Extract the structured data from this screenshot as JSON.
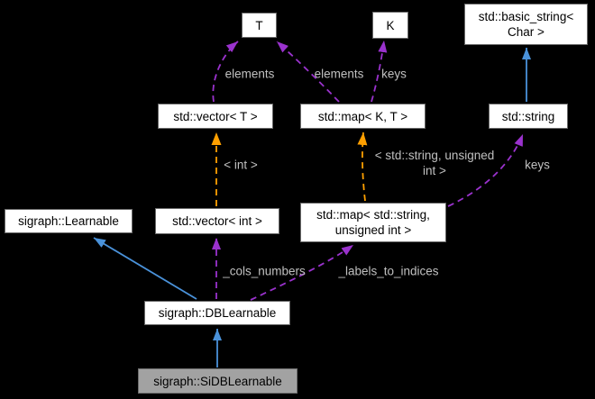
{
  "diagram": {
    "type": "class-collaboration-graph",
    "background_color": "#000000",
    "node_fill": "#ffffff",
    "node_border_color": "#696969",
    "highlighted_node_fill": "#a2a2a2",
    "edge_colors": {
      "inheritance_solid_blue": "#4a92da",
      "usage_dashed_purple": "#9a32cd",
      "template_instantiation_dashed_orange": "#ffa000"
    },
    "edge_label_color": "#c0c0c0",
    "nodes": [
      {
        "id": "t",
        "label": "T"
      },
      {
        "id": "k",
        "label": "K"
      },
      {
        "id": "basic-string",
        "label": "std::basic_string<\nChar >"
      },
      {
        "id": "vector-t",
        "label": "std::vector< T >"
      },
      {
        "id": "map-kt",
        "label": "std::map< K, T >"
      },
      {
        "id": "string",
        "label": "std::string"
      },
      {
        "id": "learnable",
        "label": "sigraph::Learnable"
      },
      {
        "id": "vector-int",
        "label": "std::vector< int >"
      },
      {
        "id": "map-string-uint",
        "label": "std::map< std::string,\nunsigned int >"
      },
      {
        "id": "dblearnable",
        "label": "sigraph::DBLearnable"
      },
      {
        "id": "sidblearnable",
        "label": "sigraph::SiDBLearnable"
      }
    ],
    "edge_labels": [
      {
        "id": "elements-vector",
        "text": "elements"
      },
      {
        "id": "elements-map",
        "text": "elements"
      },
      {
        "id": "keys-map-k",
        "text": "keys"
      },
      {
        "id": "int-instantiation",
        "text": "< int >"
      },
      {
        "id": "map-instantiation",
        "text": "< std::string, unsigned\nint >"
      },
      {
        "id": "keys-map-string",
        "text": "keys"
      },
      {
        "id": "cols-numbers",
        "text": "_cols_numbers"
      },
      {
        "id": "labels-to-indices",
        "text": "_labels_to_indices"
      }
    ]
  }
}
